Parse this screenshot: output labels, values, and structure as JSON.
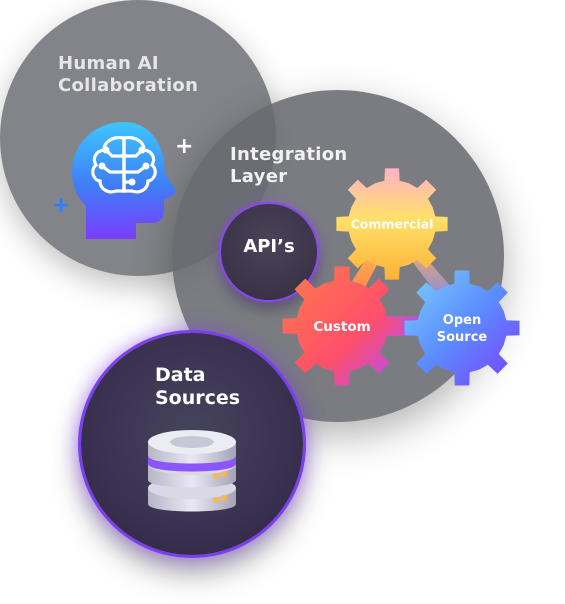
{
  "human_ai": {
    "title_line1": "Human AI",
    "title_line2": "Collaboration"
  },
  "integration": {
    "title_line1": "Integration",
    "title_line2": "Layer"
  },
  "api": {
    "label": "API’s"
  },
  "gears": {
    "commercial": "Commercial",
    "custom": "Custom",
    "open_line1": "Open",
    "open_line2": "Source"
  },
  "data_sources": {
    "title_line1": "Data",
    "title_line2": "Sources"
  },
  "colors": {
    "accent_purple": "#7b3ff2",
    "plus_blue": "#2f7bff",
    "gear_yellow": "#ffd84a",
    "gear_orange": "#ff6a3d",
    "gear_blue": "#5aa0ff",
    "gear_violet": "#7d3cff"
  },
  "icons": {
    "brain_head": "ai-head-icon",
    "plus": "plus-icon",
    "database": "database-icon",
    "gear": "gear-icon"
  }
}
